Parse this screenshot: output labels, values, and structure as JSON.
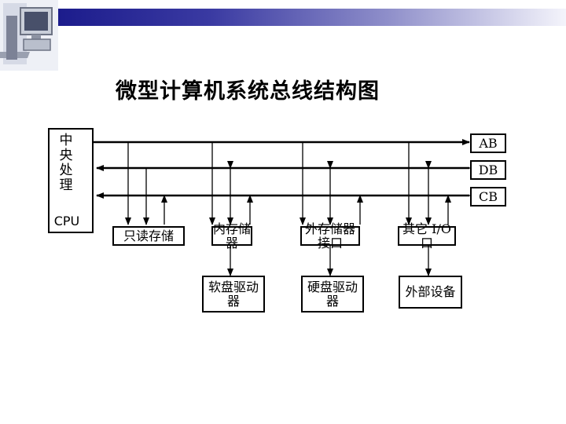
{
  "title": "微型计算机系统总线结构图",
  "cpu": {
    "chars": [
      "中",
      "央",
      "处",
      "理"
    ],
    "label": "CPU"
  },
  "buses": [
    {
      "id": "AB",
      "label": "AB"
    },
    {
      "id": "DB",
      "label": "DB"
    },
    {
      "id": "CB",
      "label": "CB"
    }
  ],
  "modules": [
    {
      "label": "只读存储"
    },
    {
      "label": "内存储器"
    },
    {
      "label": "外存储器接口"
    },
    {
      "label": "其它 I/O 口"
    }
  ],
  "peripherals": [
    {
      "label": "软盘驱动器"
    },
    {
      "label": "硬盘驱动器"
    },
    {
      "label": "外部设备"
    }
  ],
  "colors": {
    "header_start": "#1c1c8c",
    "header_end": "#f4f4fb",
    "line": "#000000"
  }
}
